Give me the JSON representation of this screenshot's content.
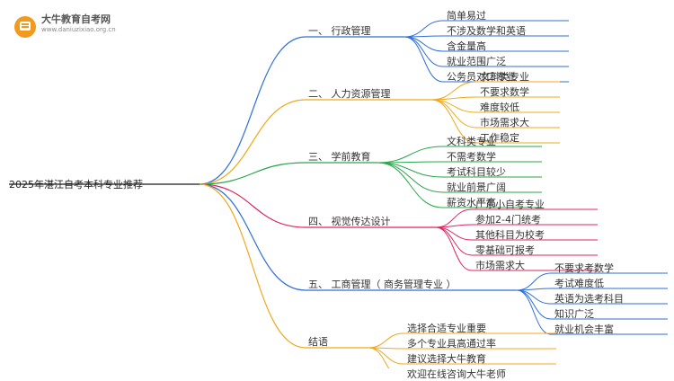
{
  "logo": {
    "name": "大牛教育自考网",
    "url": "www.daniuzixiao.org.cn"
  },
  "root": "2025年湛江自考本科专业推荐",
  "branches": [
    {
      "label": "一、 行政管理",
      "color": "#2e6fd8",
      "leaves": [
        "简单易过",
        "不涉及数学和英语",
        "含金量高",
        "就业范围广泛",
        "公务员对口专业"
      ]
    },
    {
      "label": "二、 人力资源管理",
      "color": "#f0a81c",
      "leaves": [
        "文科类专业",
        "不要求数学",
        "难度较低",
        "市场需求大",
        "工作稳定"
      ]
    },
    {
      "label": "三、 学前教育",
      "color": "#2aa64a",
      "leaves": [
        "文科类专业",
        "不需考数学",
        "考试科目较少",
        "就业前景广阔",
        "薪资水平高"
      ]
    },
    {
      "label": "四、 视觉传达设计",
      "color": "#e0245e",
      "leaves": [
        "广东小自考专业",
        "参加2-4门统考",
        "其他科目为校考",
        "零基础可报考",
        "市场需求大"
      ]
    },
    {
      "label": "五、 工商管理（ 商务管理专业 ）",
      "color": "#2e6fd8",
      "leaves": [
        "不要求考数学",
        "考试难度低",
        "英语为选考科目",
        "知识广泛",
        "就业机会丰富"
      ]
    },
    {
      "label": "结语",
      "color": "#f0a81c",
      "leaves": [
        "选择合适专业重要",
        "多个专业具高通过率",
        "建议选择大牛教育",
        "欢迎在线咨询大牛老师"
      ]
    }
  ]
}
